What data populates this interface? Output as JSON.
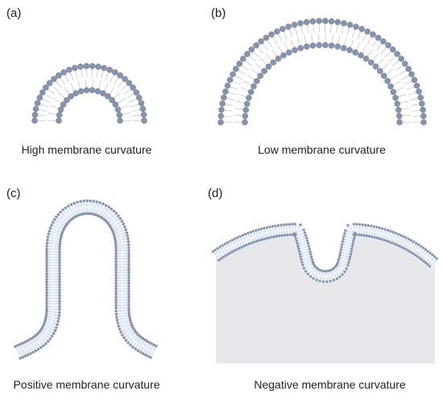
{
  "panels": [
    {
      "id": "a",
      "label": "(a)",
      "caption": "High membrane curvature"
    },
    {
      "id": "b",
      "label": "(b)",
      "caption": "Low membrane curvature"
    },
    {
      "id": "c",
      "label": "(c)",
      "caption": "Positive membrane curvature"
    },
    {
      "id": "d",
      "label": "(d)",
      "caption": "Negative membrane curvature"
    }
  ],
  "colors": {
    "head": "#8593ad",
    "head_stroke": "#6d7b96",
    "tail": "#bcc7d8",
    "membrane_fill": "#eef3f9",
    "cell_fill": "#e6e8ec",
    "cell_stroke": "#b9bec8"
  }
}
